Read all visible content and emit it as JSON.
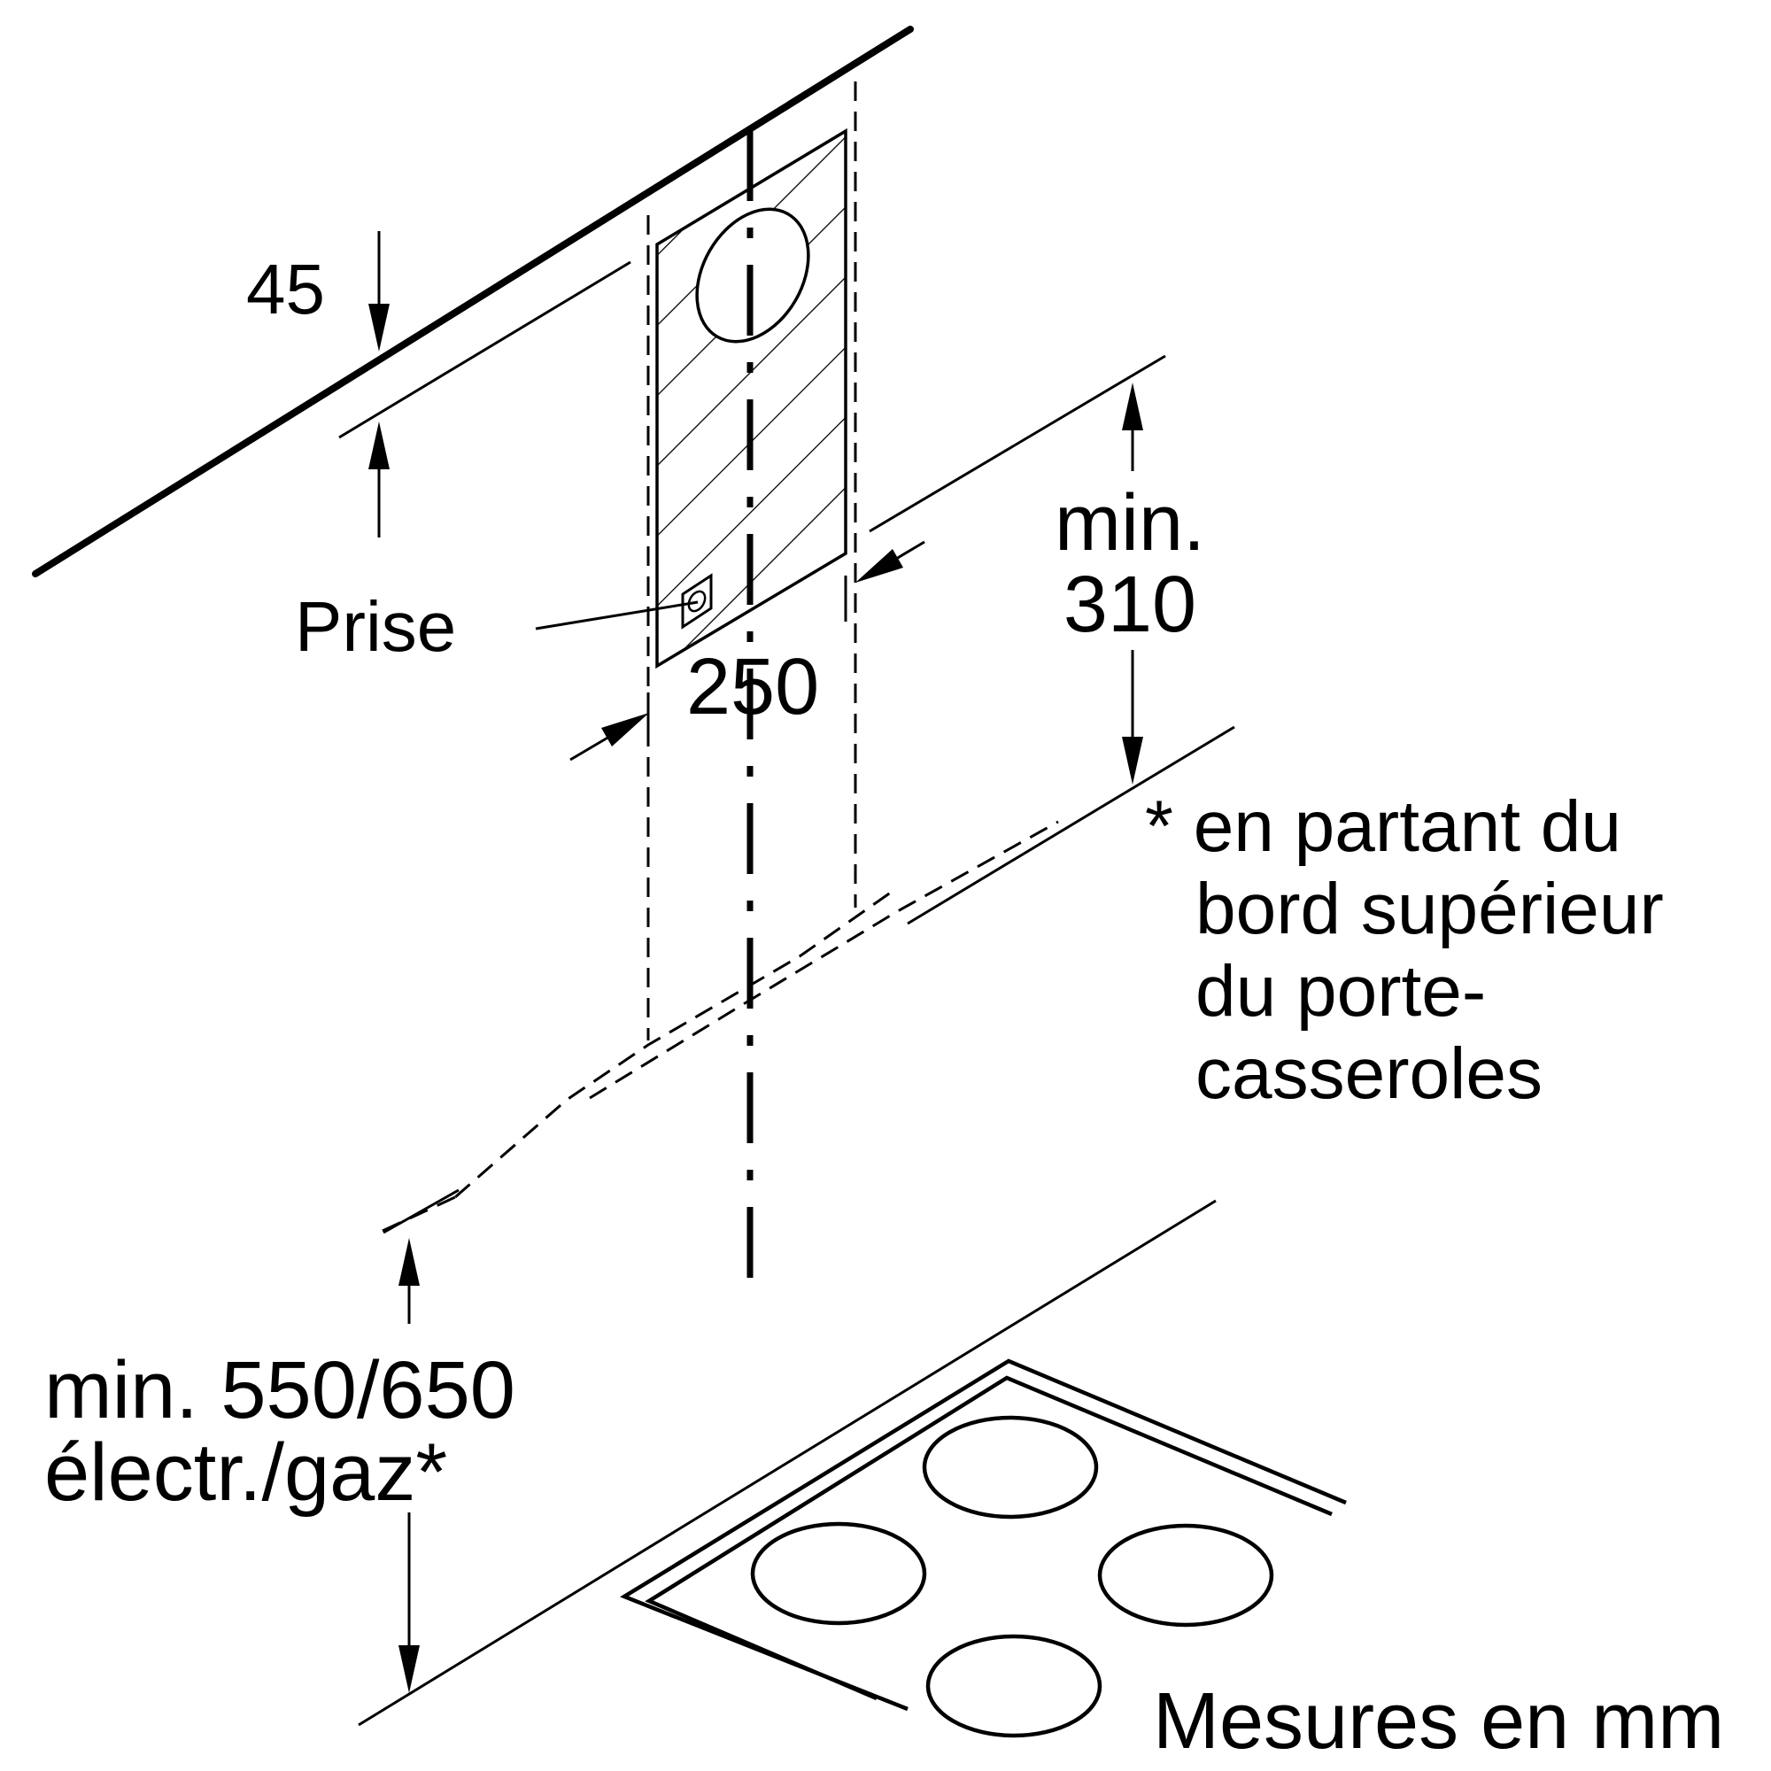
{
  "dimensions": {
    "top_offset": "45",
    "min_height_line1": "min.",
    "min_height_line2": "310",
    "width": "250",
    "hob_distance_line1": "min. 550/650",
    "hob_distance_line2": "électr./gaz*"
  },
  "labels": {
    "socket": "Prise"
  },
  "footnote": {
    "line1": "* en partant du",
    "line2": "bord supérieur",
    "line3": "du porte-",
    "line4": "casseroles"
  },
  "units_note": "Mesures en mm"
}
